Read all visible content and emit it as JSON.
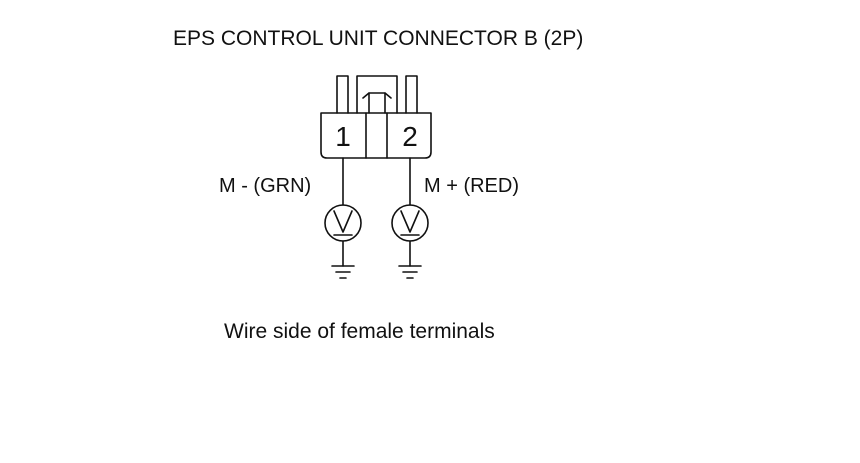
{
  "diagram": {
    "title": "EPS CONTROL UNIT CONNECTOR B (2P)",
    "terminals": [
      {
        "pin": "1",
        "label": "M -  (GRN)"
      },
      {
        "pin": "2",
        "label": "M +  (RED)"
      }
    ],
    "meter_icon": "voltmeter-icon",
    "ground_icon": "ground-icon",
    "caption": "Wire side of female terminals"
  }
}
